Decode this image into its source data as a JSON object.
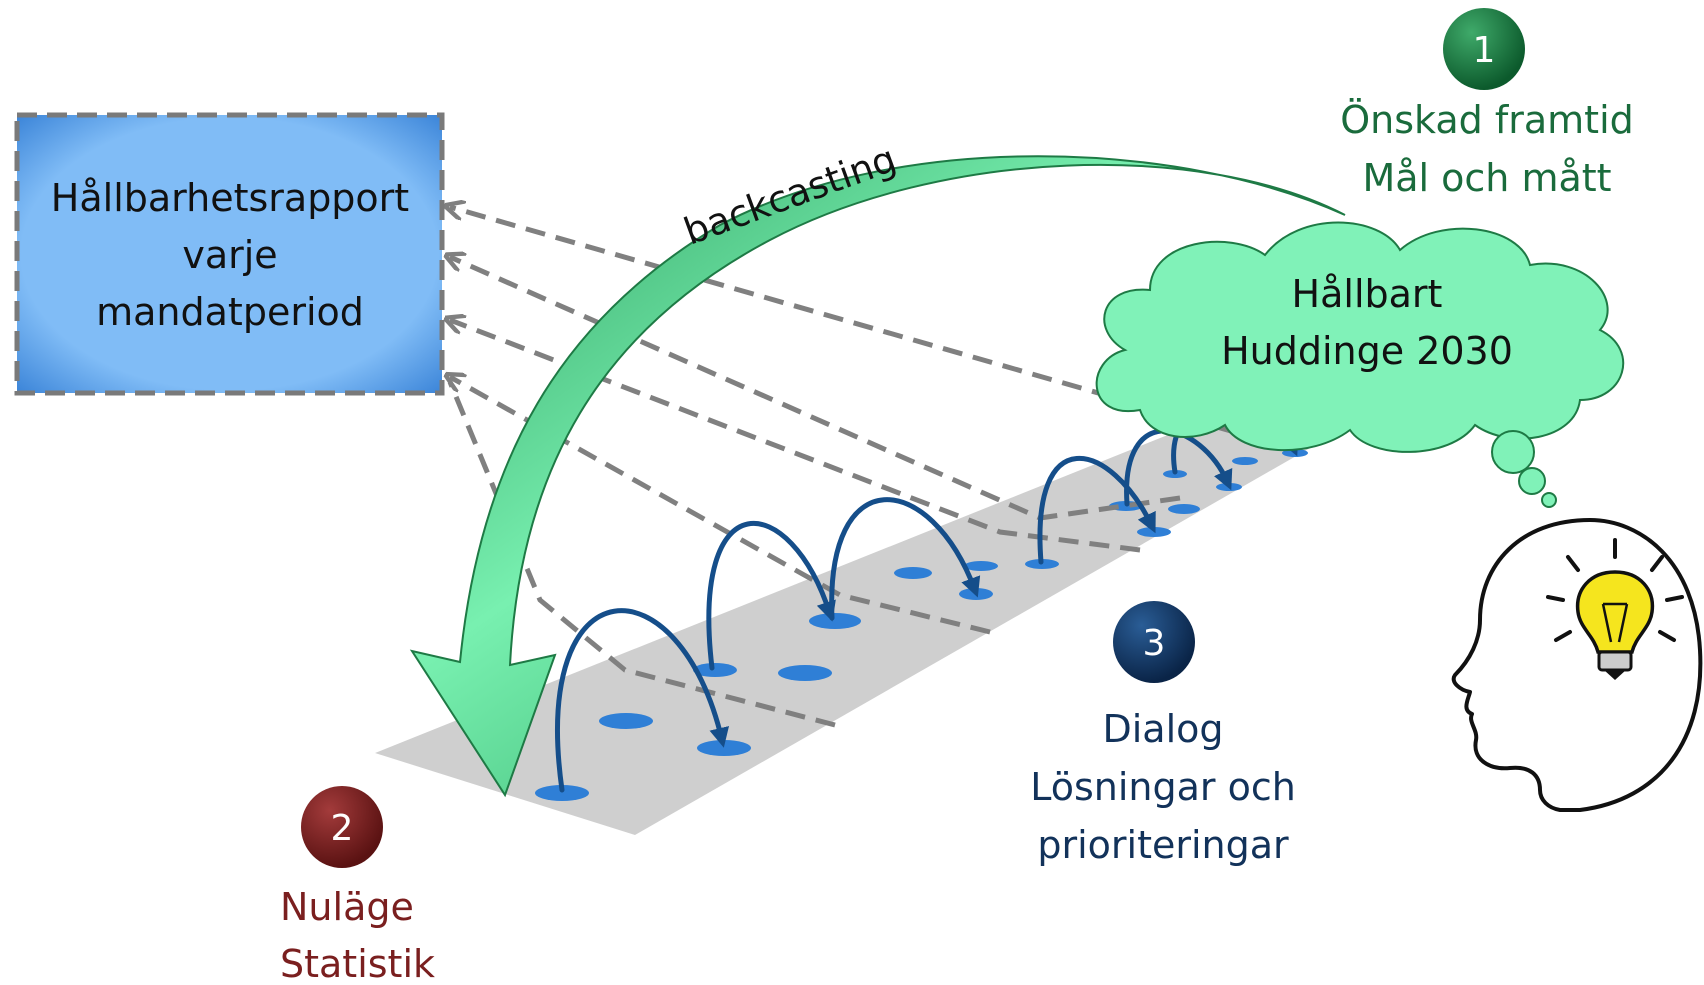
{
  "report_box": {
    "line1": "Hållbarhetsrapport",
    "line2": "varje",
    "line3": "mandatperiod"
  },
  "backcasting_label": "backcasting",
  "cloud": {
    "line1": "Hållbart",
    "line2": "Huddinge 2030"
  },
  "step1": {
    "number": "1",
    "line1": "Önskad framtid",
    "line2": "Mål och mått",
    "color": "#1a6b3c"
  },
  "step2": {
    "number": "2",
    "line1": "Nuläge",
    "line2": "Statistik",
    "color": "#7a1f1f"
  },
  "step3": {
    "number": "3",
    "line1": "Dialog",
    "line2": "Lösningar och",
    "line3": "prioriteringar",
    "color": "#12325a"
  },
  "icons": {
    "head": "thinking-head-icon",
    "bulb": "lightbulb-icon"
  },
  "colors": {
    "box_fill": "#7fbcf5",
    "cloud_fill": "#7ff0b4",
    "path_fill": "#cfcfcf",
    "hop_arrow": "#154e8a",
    "backcast_arrow": "#39c47a",
    "dash": "#808080"
  }
}
